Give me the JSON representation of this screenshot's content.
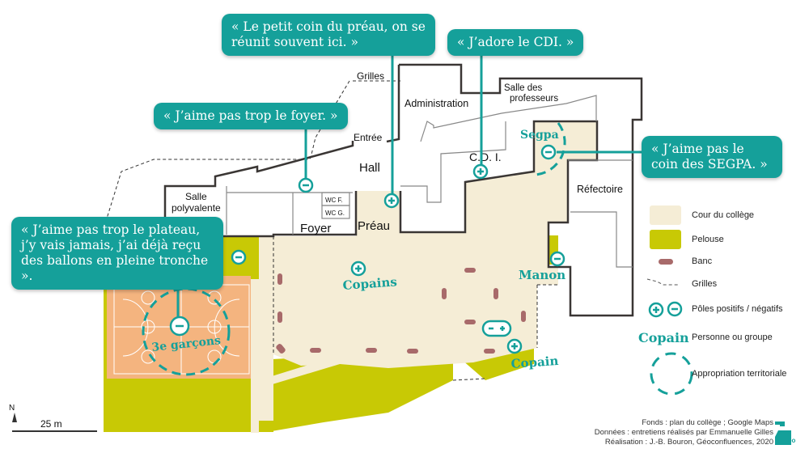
{
  "quotes": {
    "preau": "« Le petit coin du préau, on se réunit souvent ici. »",
    "cdi": "« J’adore le CDI. »",
    "foyer": "« J’aime pas trop le foyer. »",
    "segpa": "« J’aime pas le coin des SEGPA. »",
    "plateau": "« J’aime pas trop le plateau, j’y vais jamais, j’ai déjà reçu des ballons en pleine tronche »."
  },
  "rooms": {
    "grilles": "Grilles",
    "entree": "Entrée",
    "administration": "Administration",
    "salle_profs_1": "Salle des",
    "salle_profs_2": "professeurs",
    "hall": "Hall",
    "cdi": "C.D. I.",
    "segpa": "Segpa",
    "refectoire": "Réfectoire",
    "salle_poly_1": "Salle",
    "salle_poly_2": "polyvalente",
    "wc_f": "WC F.",
    "wc_g": "WC G.",
    "foyer": "Foyer",
    "preau": "Préau"
  },
  "groups": {
    "copains": "Copains",
    "manon": "Manon",
    "copain": "Copain",
    "garcons": "3e garçons"
  },
  "legend": {
    "cour": "Cour du collège",
    "pelouse": "Pelouse",
    "banc": "Banc",
    "grilles": "Grilles",
    "poles": "Pôles positifs / négatifs",
    "copain_sample": "Copain",
    "personne": "Personne ou groupe",
    "appropriation": "Appropriation territoriale"
  },
  "scale": {
    "north": "N",
    "distance": "25 m"
  },
  "credits": {
    "line1": "Fonds : plan du collège ; Google Maps",
    "line2": "Données : entretiens réalisés par Emmanuelle Gilles",
    "line3": "Réalisation : J.-B. Bouron, Géoconfluences, 2020"
  },
  "logo": {
    "text": "éo"
  },
  "colors": {
    "teal": "#15a09a",
    "cour": "#f5edd6",
    "pelouse": "#c8c905",
    "banc": "#a86a6a",
    "terrain": "#f4b47f"
  }
}
